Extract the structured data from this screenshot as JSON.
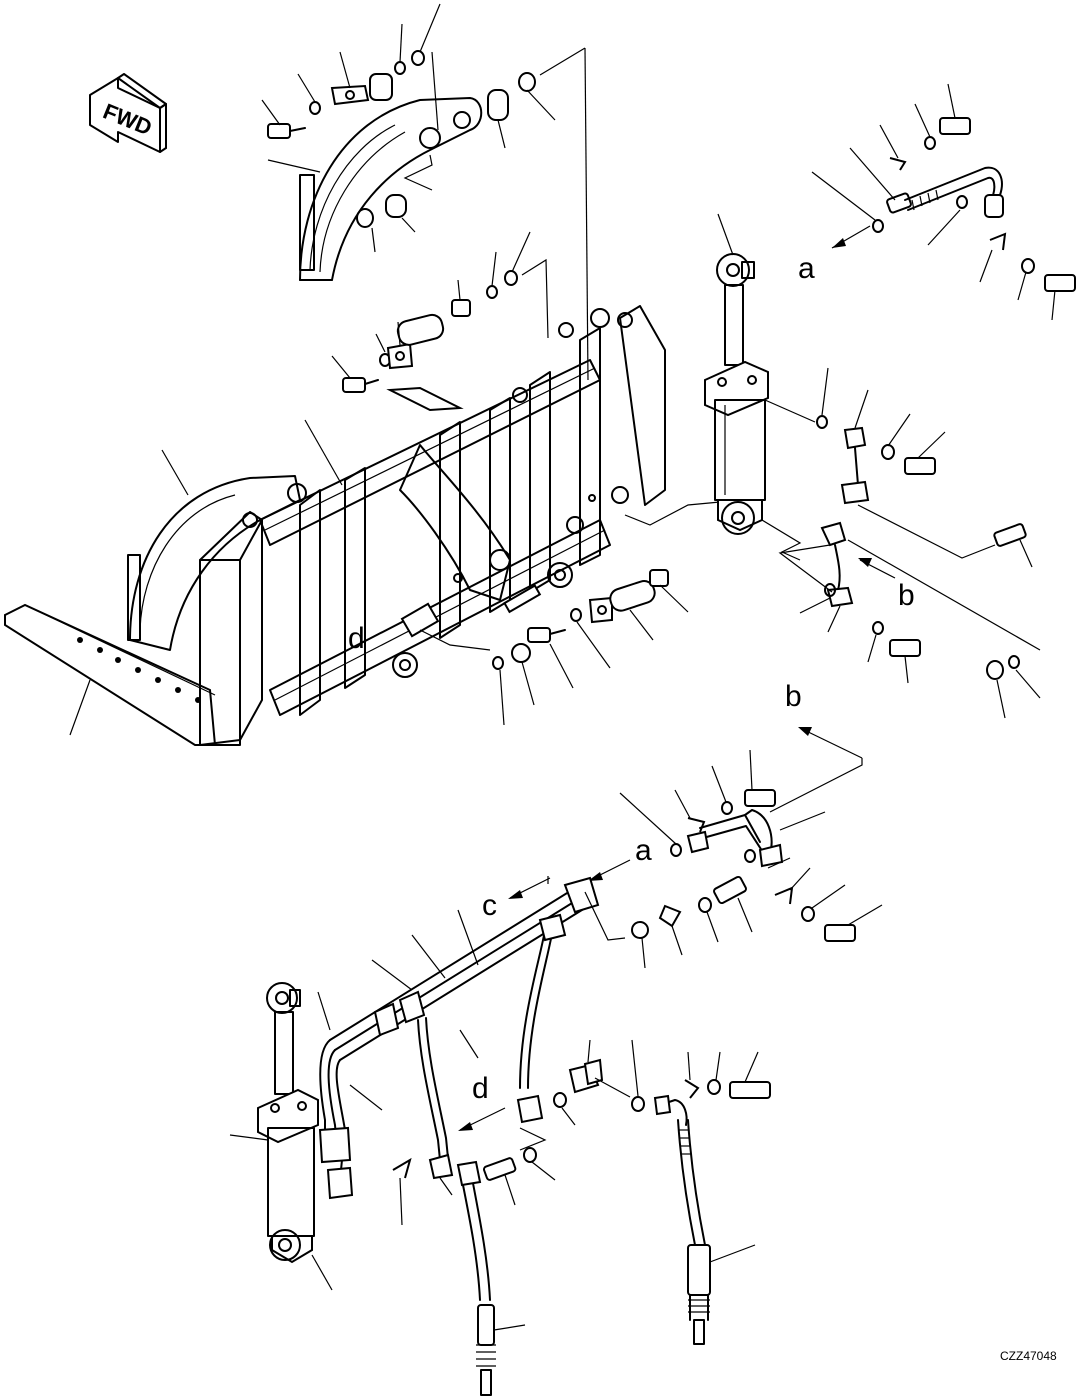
{
  "diagram": {
    "direction_marker": "FWD",
    "callouts": {
      "a_upper": "a",
      "b_upper": "b",
      "b_lower": "b",
      "a_lower": "a",
      "c": "c",
      "d_upper": "d",
      "d_lower": "d"
    },
    "drawing_code": "CZZ47048"
  }
}
